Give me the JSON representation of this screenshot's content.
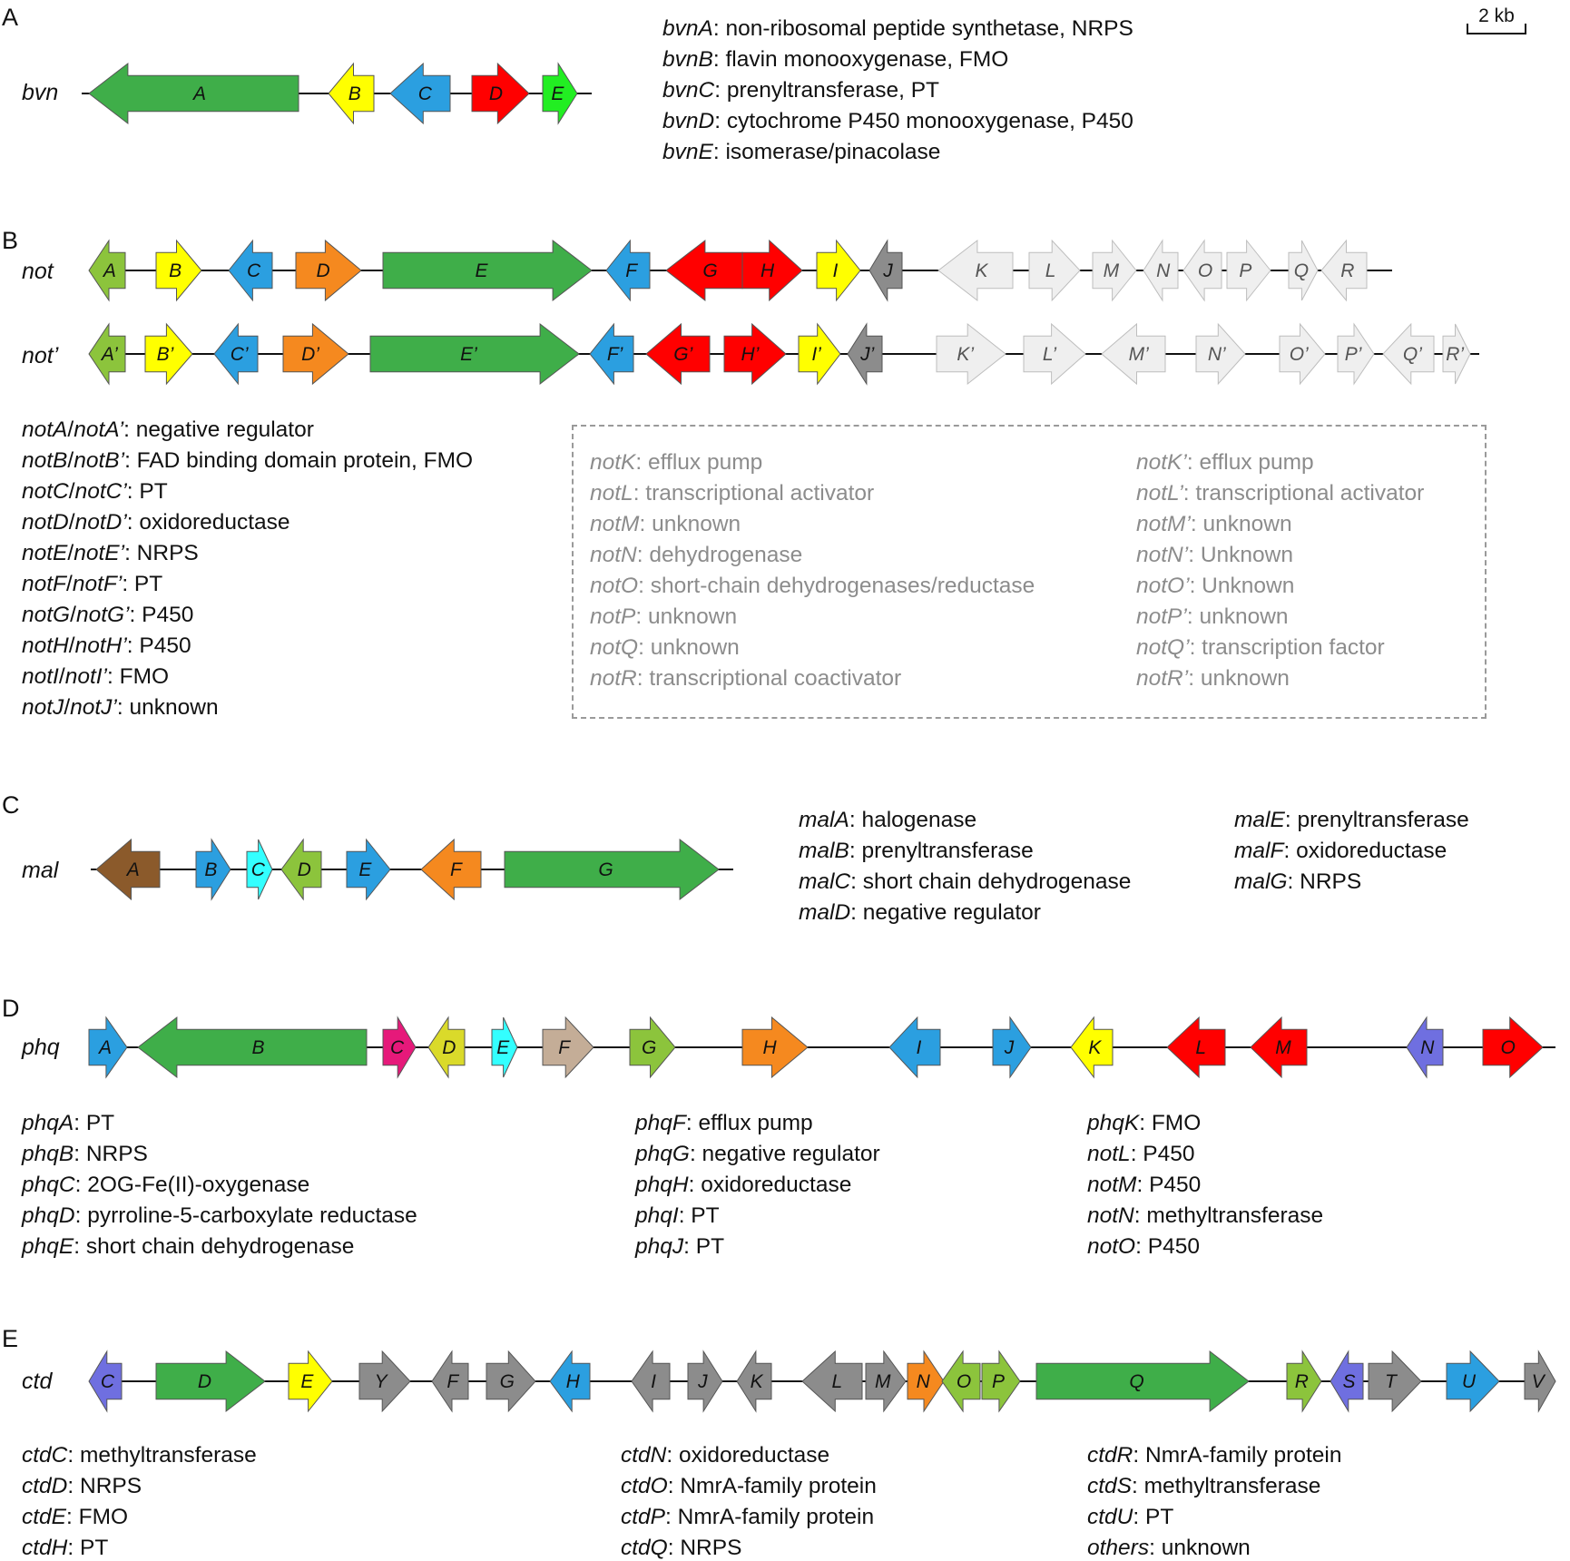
{
  "scale_bar": "2 kb",
  "colors": {
    "dark_green": "#3fae49",
    "light_green": "#8cc43c",
    "yellow": "#ffff00",
    "blue": "#2b9fe0",
    "red": "#ff0000",
    "bright_green": "#22ee22",
    "orange": "#f5891f",
    "grey": "#8c8c8c",
    "light_grey": "#efefef",
    "brown": "#8b5a2b",
    "cyan": "#33ffff",
    "magenta": "#e6197a",
    "olive": "#dada2a",
    "tan": "#c4ad97",
    "purple": "#6f6fe0"
  },
  "panels": [
    {
      "id": "A",
      "letter": "A",
      "tracks": [
        {
          "label": "bvn",
          "genes": [
            {
              "n": "A",
              "c": "dark_green",
              "d": "L"
            },
            {
              "n": "B",
              "c": "yellow",
              "d": "L"
            },
            {
              "n": "C",
              "c": "blue",
              "d": "L"
            },
            {
              "n": "D",
              "c": "red",
              "d": "R"
            },
            {
              "n": "E",
              "c": "bright_green",
              "d": "R"
            }
          ]
        }
      ],
      "legend": [
        [
          {
            "gene": "bvnA",
            "desc": ": non-ribosomal peptide synthetase, NRPS"
          },
          {
            "gene": "bvnB",
            "desc": ": flavin monooxygenase, FMO"
          },
          {
            "gene": "bvnC",
            "desc": ": prenyltransferase, PT"
          },
          {
            "gene": "bvnD",
            "desc": ": cytochrome P450 monooxygenase, P450"
          },
          {
            "gene": "bvnE",
            "desc": ": isomerase/pinacolase"
          }
        ]
      ]
    },
    {
      "id": "B",
      "letter": "B",
      "tracks": [
        {
          "label": "not",
          "genes": [
            {
              "n": "A",
              "c": "light_green",
              "d": "L"
            },
            {
              "n": "B",
              "c": "yellow",
              "d": "R"
            },
            {
              "n": "C",
              "c": "blue",
              "d": "L"
            },
            {
              "n": "D",
              "c": "orange",
              "d": "R"
            },
            {
              "n": "E",
              "c": "dark_green",
              "d": "R"
            },
            {
              "n": "F",
              "c": "blue",
              "d": "L"
            },
            {
              "n": "G",
              "c": "red",
              "d": "L"
            },
            {
              "n": "H",
              "c": "red",
              "d": "R"
            },
            {
              "n": "I",
              "c": "yellow",
              "d": "R"
            },
            {
              "n": "J",
              "c": "grey",
              "d": "L"
            },
            {
              "n": "K",
              "c": "light_grey",
              "d": "L"
            },
            {
              "n": "L",
              "c": "light_grey",
              "d": "R"
            },
            {
              "n": "M",
              "c": "light_grey",
              "d": "R"
            },
            {
              "n": "N",
              "c": "light_grey",
              "d": "L"
            },
            {
              "n": "O",
              "c": "light_grey",
              "d": "L"
            },
            {
              "n": "P",
              "c": "light_grey",
              "d": "R"
            },
            {
              "n": "Q",
              "c": "light_grey",
              "d": "R"
            },
            {
              "n": "R",
              "c": "light_grey",
              "d": "L"
            }
          ]
        },
        {
          "label": "not’",
          "genes": [
            {
              "n": "A’",
              "c": "light_green",
              "d": "L"
            },
            {
              "n": "B’",
              "c": "yellow",
              "d": "R"
            },
            {
              "n": "C’",
              "c": "blue",
              "d": "L"
            },
            {
              "n": "D’",
              "c": "orange",
              "d": "R"
            },
            {
              "n": "E’",
              "c": "dark_green",
              "d": "R"
            },
            {
              "n": "F’",
              "c": "blue",
              "d": "L"
            },
            {
              "n": "G’",
              "c": "red",
              "d": "L"
            },
            {
              "n": "H’",
              "c": "red",
              "d": "R"
            },
            {
              "n": "I’",
              "c": "yellow",
              "d": "R"
            },
            {
              "n": "J’",
              "c": "grey",
              "d": "L"
            },
            {
              "n": "K’",
              "c": "light_grey",
              "d": "R"
            },
            {
              "n": "L’",
              "c": "light_grey",
              "d": "R"
            },
            {
              "n": "M’",
              "c": "light_grey",
              "d": "L"
            },
            {
              "n": "N’",
              "c": "light_grey",
              "d": "R"
            },
            {
              "n": "O’",
              "c": "light_grey",
              "d": "R"
            },
            {
              "n": "P’",
              "c": "light_grey",
              "d": "R"
            },
            {
              "n": "Q’",
              "c": "light_grey",
              "d": "L"
            },
            {
              "n": "R’",
              "c": "light_grey",
              "d": "R"
            }
          ]
        }
      ],
      "legend": [
        [
          {
            "gene": "notA",
            "sep": "/",
            "gene2": "notA’",
            "desc": ": negative regulator"
          },
          {
            "gene": "notB",
            "sep": "/",
            "gene2": "notB’",
            "desc": ": FAD binding domain protein, FMO"
          },
          {
            "gene": "notC",
            "sep": "/",
            "gene2": "notC’",
            "desc": ": PT"
          },
          {
            "gene": "notD",
            "sep": "/",
            "gene2": "notD’",
            "desc": ": oxidoreductase"
          },
          {
            "gene": "notE",
            "sep": "/",
            "gene2": "notE’",
            "desc": ": NRPS"
          },
          {
            "gene": "notF",
            "sep": "/",
            "gene2": "notF’",
            "desc": ": PT"
          },
          {
            "gene": "notG",
            "sep": "/",
            "gene2": "notG’",
            "desc": ": P450"
          },
          {
            "gene": "notH",
            "sep": "/",
            "gene2": "notH’",
            "desc": ": P450"
          },
          {
            "gene": "notI",
            "sep": "/",
            "gene2": "notI’",
            "desc": ": FMO"
          },
          {
            "gene": "notJ",
            "sep": "/",
            "gene2": "notJ’",
            "desc": ": unknown"
          }
        ],
        [
          {
            "gene": "notK",
            "desc": ": efflux pump"
          },
          {
            "gene": "notL",
            "desc": ": transcriptional activator"
          },
          {
            "gene": "notM",
            "desc": ": unknown"
          },
          {
            "gene": "notN",
            "desc": ": dehydrogenase"
          },
          {
            "gene": "notO",
            "desc": ": short-chain dehydrogenases/reductase"
          },
          {
            "gene": "notP",
            "desc": ": unknown"
          },
          {
            "gene": "notQ",
            "desc": ": unknown"
          },
          {
            "gene": "notR",
            "desc": ": transcriptional coactivator"
          }
        ],
        [
          {
            "gene": "notK’",
            "desc": ": efflux pump"
          },
          {
            "gene": "notL’",
            "desc": ": transcriptional activator"
          },
          {
            "gene": "notM’",
            "desc": ": unknown"
          },
          {
            "gene": "notN’",
            "desc": ": Unknown"
          },
          {
            "gene": "notO’",
            "desc": ": Unknown"
          },
          {
            "gene": "notP’",
            "desc": ": unknown"
          },
          {
            "gene": "notQ’",
            "desc": ": transcription factor"
          },
          {
            "gene": "notR’",
            "desc": ": unknown"
          }
        ]
      ]
    },
    {
      "id": "C",
      "letter": "C",
      "tracks": [
        {
          "label": "mal",
          "genes": [
            {
              "n": "A",
              "c": "brown",
              "d": "L"
            },
            {
              "n": "B",
              "c": "blue",
              "d": "R"
            },
            {
              "n": "C",
              "c": "cyan",
              "d": "R"
            },
            {
              "n": "D",
              "c": "light_green",
              "d": "L"
            },
            {
              "n": "E",
              "c": "blue",
              "d": "R"
            },
            {
              "n": "F",
              "c": "orange",
              "d": "L"
            },
            {
              "n": "G",
              "c": "dark_green",
              "d": "R"
            }
          ]
        }
      ],
      "legend": [
        [
          {
            "gene": "malA",
            "desc": ": halogenase"
          },
          {
            "gene": "malB",
            "desc": ": prenyltransferase"
          },
          {
            "gene": "malC",
            "desc": ": short chain dehydrogenase"
          },
          {
            "gene": "malD",
            "desc": ": negative regulator"
          }
        ],
        [
          {
            "gene": "malE",
            "desc": ": prenyltransferase"
          },
          {
            "gene": "malF",
            "desc": ": oxidoreductase"
          },
          {
            "gene": "malG",
            "desc": ": NRPS"
          }
        ]
      ]
    },
    {
      "id": "D",
      "letter": "D",
      "tracks": [
        {
          "label": "phq",
          "genes": [
            {
              "n": "A",
              "c": "blue",
              "d": "R"
            },
            {
              "n": "B",
              "c": "dark_green",
              "d": "L"
            },
            {
              "n": "C",
              "c": "magenta",
              "d": "R"
            },
            {
              "n": "D",
              "c": "olive",
              "d": "L"
            },
            {
              "n": "E",
              "c": "cyan",
              "d": "R"
            },
            {
              "n": "F",
              "c": "tan",
              "d": "R"
            },
            {
              "n": "G",
              "c": "light_green",
              "d": "R"
            },
            {
              "n": "H",
              "c": "orange",
              "d": "R"
            },
            {
              "n": "I",
              "c": "blue",
              "d": "L"
            },
            {
              "n": "J",
              "c": "blue",
              "d": "R"
            },
            {
              "n": "K",
              "c": "yellow",
              "d": "L"
            },
            {
              "n": "L",
              "c": "red",
              "d": "L"
            },
            {
              "n": "M",
              "c": "red",
              "d": "L"
            },
            {
              "n": "N",
              "c": "purple",
              "d": "L"
            },
            {
              "n": "O",
              "c": "red",
              "d": "R"
            }
          ]
        }
      ],
      "legend": [
        [
          {
            "gene": "phqA",
            "desc": ": PT"
          },
          {
            "gene": "phqB",
            "desc": ": NRPS"
          },
          {
            "gene": "phqC",
            "desc": ": 2OG-Fe(II)-oxygenase"
          },
          {
            "gene": "phqD",
            "desc": ": pyrroline-5-carboxylate reductase"
          },
          {
            "gene": "phqE",
            "desc": ": short chain dehydrogenase"
          }
        ],
        [
          {
            "gene": "phqF",
            "desc": ": efflux pump"
          },
          {
            "gene": "phqG",
            "desc": ": negative regulator"
          },
          {
            "gene": "phqH",
            "desc": ": oxidoreductase"
          },
          {
            "gene": "phqI",
            "desc": ": PT"
          },
          {
            "gene": "phqJ",
            "desc": ": PT"
          }
        ],
        [
          {
            "gene": "phqK",
            "desc": ": FMO"
          },
          {
            "gene": "notL",
            "desc": ": P450"
          },
          {
            "gene": "notM",
            "desc": ": P450"
          },
          {
            "gene": "notN",
            "desc": ": methyltransferase"
          },
          {
            "gene": "notO",
            "desc": ": P450"
          }
        ]
      ]
    },
    {
      "id": "E",
      "letter": "E",
      "tracks": [
        {
          "label": "ctd",
          "genes": [
            {
              "n": "C",
              "c": "purple",
              "d": "L"
            },
            {
              "n": "D",
              "c": "dark_green",
              "d": "R"
            },
            {
              "n": "E",
              "c": "yellow",
              "d": "R"
            },
            {
              "n": "Y",
              "c": "grey",
              "d": "R"
            },
            {
              "n": "F",
              "c": "grey",
              "d": "L"
            },
            {
              "n": "G",
              "c": "grey",
              "d": "R"
            },
            {
              "n": "H",
              "c": "blue",
              "d": "L"
            },
            {
              "n": "I",
              "c": "grey",
              "d": "L"
            },
            {
              "n": "J",
              "c": "grey",
              "d": "R"
            },
            {
              "n": "K",
              "c": "grey",
              "d": "L"
            },
            {
              "n": "L",
              "c": "grey",
              "d": "L"
            },
            {
              "n": "M",
              "c": "grey",
              "d": "R"
            },
            {
              "n": "N",
              "c": "orange",
              "d": "R"
            },
            {
              "n": "O",
              "c": "light_green",
              "d": "L"
            },
            {
              "n": "P",
              "c": "light_green",
              "d": "R"
            },
            {
              "n": "Q",
              "c": "dark_green",
              "d": "R"
            },
            {
              "n": "R",
              "c": "light_green",
              "d": "R"
            },
            {
              "n": "S",
              "c": "purple",
              "d": "L"
            },
            {
              "n": "T",
              "c": "grey",
              "d": "R"
            },
            {
              "n": "U",
              "c": "blue",
              "d": "R"
            },
            {
              "n": "V",
              "c": "grey",
              "d": "R"
            }
          ]
        }
      ],
      "legend": [
        [
          {
            "gene": "ctdC",
            "desc": ": methyltransferase"
          },
          {
            "gene": "ctdD",
            "desc": ": NRPS"
          },
          {
            "gene": "ctdE",
            "desc": ": FMO"
          },
          {
            "gene": "ctdH",
            "desc": ": PT"
          }
        ],
        [
          {
            "gene": "ctdN",
            "desc": ": oxidoreductase"
          },
          {
            "gene": "ctdO",
            "desc": ": NmrA-family protein"
          },
          {
            "gene": "ctdP",
            "desc": ": NmrA-family protein"
          },
          {
            "gene": "ctdQ",
            "desc": ": NRPS"
          }
        ],
        [
          {
            "gene": "ctdR",
            "desc": ": NmrA-family protein"
          },
          {
            "gene": "ctdS",
            "desc": ": methyltransferase"
          },
          {
            "gene": "ctdU",
            "desc": ": PT"
          },
          {
            "gene": "others",
            "desc": ": unknown"
          }
        ]
      ]
    }
  ]
}
